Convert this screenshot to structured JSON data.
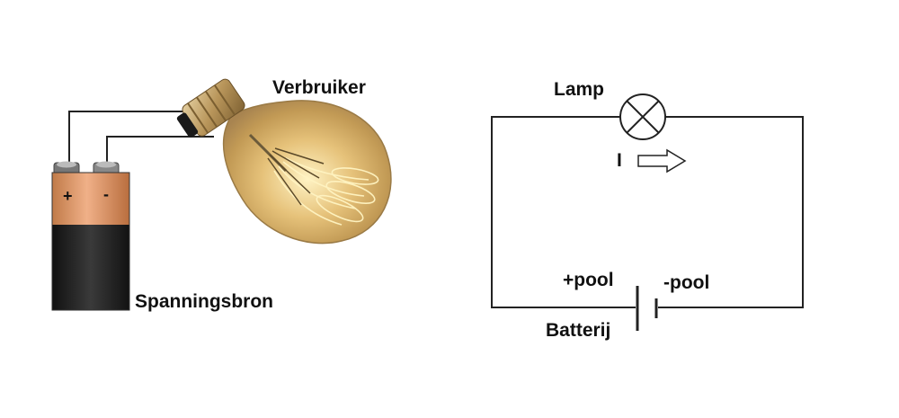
{
  "left_scene": {
    "consumer_label": "Verbruiker",
    "source_label": "Spanningsbron",
    "battery_plus": "+",
    "battery_minus": "-"
  },
  "circuit": {
    "lamp_label": "Lamp",
    "current_label": "I",
    "plus_pole_label": "+pool",
    "minus_pole_label": "-pool",
    "battery_label": "Batterij"
  },
  "colors": {
    "background": "#ffffff",
    "wire": "#222222",
    "battery_copper": "#d9905e",
    "battery_body": "#1e1e1e",
    "bulb_glass": "#d8b673",
    "filament": "#fff2b0"
  }
}
